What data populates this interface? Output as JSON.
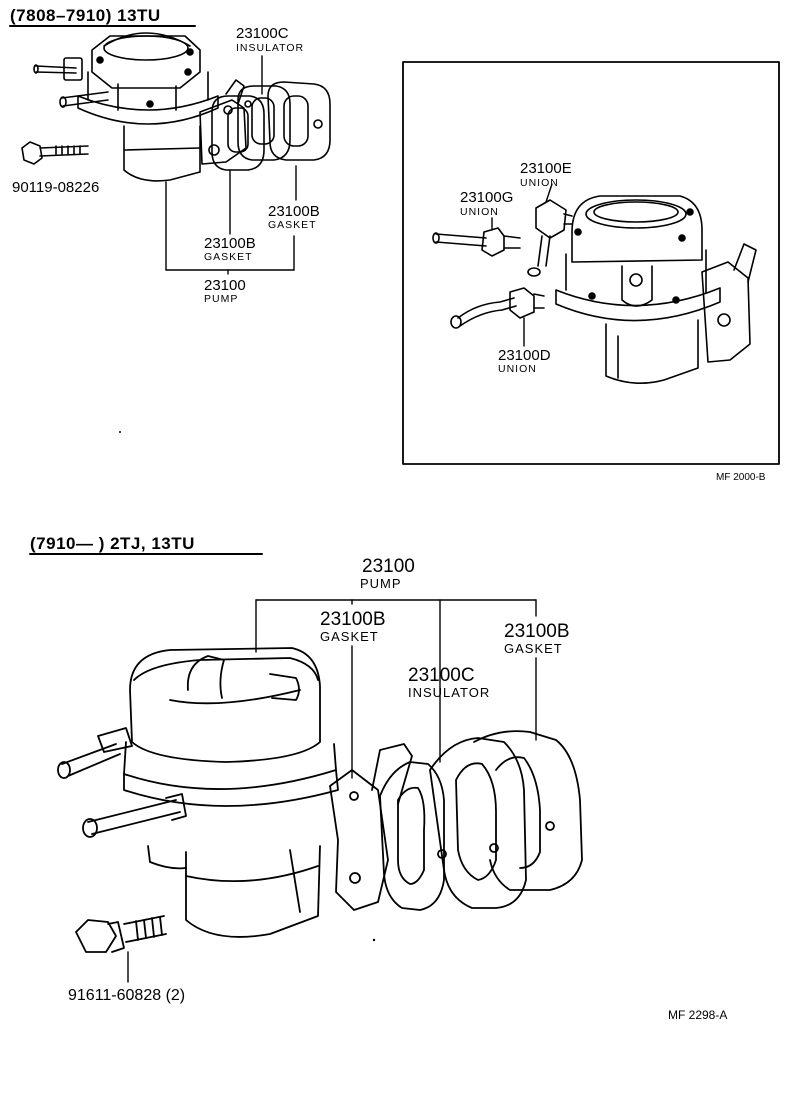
{
  "section_top": {
    "header": "(7808–7910) 13TU",
    "parts": {
      "insulator": {
        "number": "23100C",
        "name": "INSULATOR"
      },
      "bolt": {
        "number": "90119-08226"
      },
      "gasket_right": {
        "number": "23100B",
        "name": "GASKET"
      },
      "gasket_left": {
        "number": "23100B",
        "name": "GASKET"
      },
      "pump": {
        "number": "23100",
        "name": "PUMP"
      }
    }
  },
  "inset": {
    "parts": {
      "union_e": {
        "number": "23100E",
        "name": "UNION"
      },
      "union_g": {
        "number": "23100G",
        "name": "UNION"
      },
      "union_d": {
        "number": "23100D",
        "name": "UNION"
      }
    },
    "code": "MF 2000-B"
  },
  "section_bottom": {
    "header": "(7910—        ) 2TJ, 13TU",
    "parts": {
      "pump": {
        "number": "23100",
        "name": "PUMP"
      },
      "gasket_left": {
        "number": "23100B",
        "name": "GASKET"
      },
      "gasket_right": {
        "number": "23100B",
        "name": "GASKET"
      },
      "insulator": {
        "number": "23100C",
        "name": "INSULATOR"
      },
      "bolt": {
        "number": "91611-60828 (2)"
      }
    },
    "code": "MF 2298-A"
  }
}
